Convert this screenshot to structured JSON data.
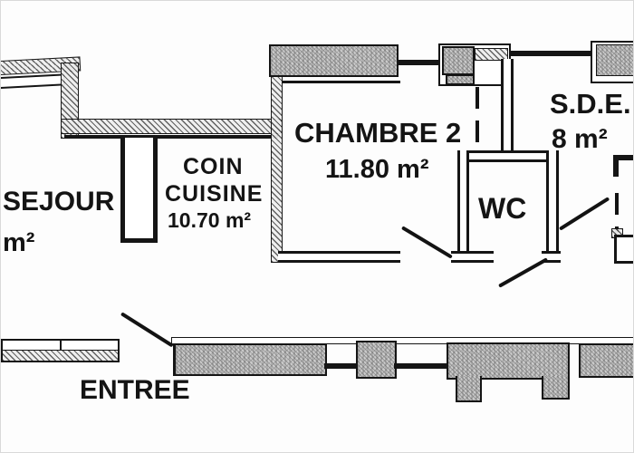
{
  "plan": {
    "rooms": {
      "sejour": {
        "name": "SEJOUR",
        "area": "m²"
      },
      "coin_cuisine": {
        "name_line1": "COIN",
        "name_line2": "CUISINE",
        "area": "10.70 m²"
      },
      "chambre2": {
        "name": "CHAMBRE 2",
        "area": "11.80 m²"
      },
      "wc": {
        "name": "WC"
      },
      "sde": {
        "name": "S.D.E.",
        "area": "8 m²"
      },
      "entree": {
        "name": "ENTREE"
      }
    },
    "colors": {
      "ink": "#151515",
      "paper": "#fdfdfd",
      "wall_fill": "#cccccc",
      "hatch_line": "#6f6f6f"
    }
  }
}
